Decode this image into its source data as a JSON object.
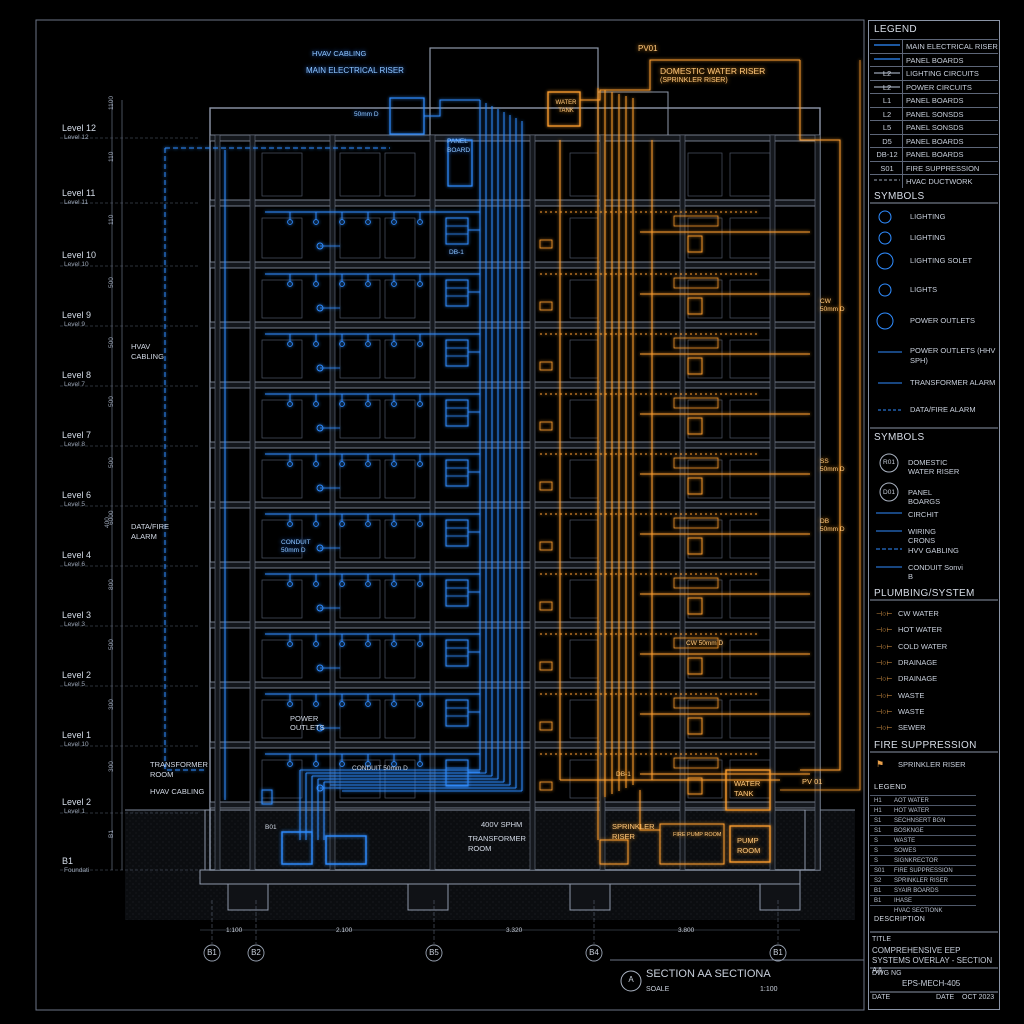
{
  "legend": {
    "title": "LEGEND",
    "rows": [
      {
        "key": "",
        "label": "MAIN ELECTRICAL RISER"
      },
      {
        "key": "",
        "label": "PANEL BOARDS"
      },
      {
        "key": "L2",
        "label": "LIGHTING CIRCUITS"
      },
      {
        "key": "L2",
        "label": "POWER CIRCUITS"
      },
      {
        "key": "L1",
        "label": "PANEL BOARDS"
      },
      {
        "key": "L2",
        "label": "PANEL SONSDS"
      },
      {
        "key": "L5",
        "label": "PANEL SONSDS"
      },
      {
        "key": "D5",
        "label": "PANEL BOARDS"
      },
      {
        "key": "DB-12",
        "label": "PANEL BOARDS"
      },
      {
        "key": "S01",
        "label": "FIRE SUPPRESSION"
      },
      {
        "key": "",
        "label": "HVAC DUCTWORK"
      }
    ]
  },
  "symbols1": {
    "title": "SYMBOLS",
    "rows": [
      "LIGHTING",
      "LIGHTING",
      "LIGHTING SOLET",
      "LIGHTS",
      "POWER OUTLETS",
      "POWER OUTLETS (HHV SPH)",
      "TRANSFORMER ALARM",
      "DATA/FIRE ALARM"
    ]
  },
  "symbols2": {
    "title": "SYMBOLS",
    "rows": [
      {
        "key": "R01",
        "label": "DOMESTIC WATER RISER"
      },
      {
        "key": "D01",
        "label": "PANEL BOARGS"
      },
      {
        "key": "",
        "label": "CIRCHIT"
      },
      {
        "key": "",
        "label": "WIRING CRONS"
      },
      {
        "key": "",
        "label": "HVV GABLING"
      },
      {
        "key": "",
        "label": "CONDUIT Sonvi B"
      }
    ]
  },
  "plumbing": {
    "title": "PLUMBING/SYSTEM",
    "rows": [
      "CW WATER",
      "HOT WATER",
      "COLD WATER",
      "DRAINAGE",
      "DRAINAGE",
      "WASTE",
      "WASTE",
      "SEWER"
    ]
  },
  "fire": {
    "title": "FIRE SUPPRESSION",
    "row": "SPRINKLER RISER"
  },
  "small_legend": {
    "title": "LEGEND",
    "rows": [
      {
        "key": "H1",
        "label": "AOT WATER"
      },
      {
        "key": "H1",
        "label": "HOT WATER"
      },
      {
        "key": "S1",
        "label": "SECHNSERT BGN"
      },
      {
        "key": "S1",
        "label": "BOSKNGE"
      },
      {
        "key": "S",
        "label": "WASTE"
      },
      {
        "key": "S",
        "label": "SOWES"
      },
      {
        "key": "S",
        "label": "SIGNKRECTOR"
      },
      {
        "key": "S01",
        "label": "FIRE SUPPRESSION"
      },
      {
        "key": "S2",
        "label": "SPRINKLER RISER"
      },
      {
        "key": "B1",
        "label": "SYAIR BOARDS"
      },
      {
        "key": "B1",
        "label": "IHASE"
      },
      {
        "key": "",
        "label": "HVAC SECTIONK"
      }
    ],
    "footer": "DESCRIPTION"
  },
  "title_block": {
    "title_label": "TITLE",
    "title": "COMPREHENSIVE EEP SYSTEMS OVERLAY - SECTION AA",
    "dwg_label": "DWG NG",
    "dwg": "EPS-MECH-405",
    "date_label": "DATE",
    "date_label2": "DATE",
    "date": "OCT 2023"
  },
  "section": {
    "marker": "A",
    "title": "SECTION AA  SECTIONA",
    "scale_label": "SOALE",
    "scale": "1:100"
  },
  "levels": [
    {
      "name": "Level 12",
      "sub": "Level 12"
    },
    {
      "name": "Level 11",
      "sub": "Level 11"
    },
    {
      "name": "Level 10",
      "sub": "Level 10"
    },
    {
      "name": "Level 9",
      "sub": "Level 9"
    },
    {
      "name": "Level 8",
      "sub": "Level 7"
    },
    {
      "name": "Level 7",
      "sub": "Level 8"
    },
    {
      "name": "Level 6",
      "sub": "Level 5"
    },
    {
      "name": "Level 4",
      "sub": "Level 6"
    },
    {
      "name": "Level 3",
      "sub": "Level 3"
    },
    {
      "name": "Level 2",
      "sub": "Level 5"
    },
    {
      "name": "Level 1",
      "sub": "Level 10"
    },
    {
      "name": "Level 2",
      "sub": "Level 1"
    },
    {
      "name": "B1",
      "sub": "Foundati"
    }
  ],
  "left_dims": [
    "1100",
    "110",
    "110",
    "500",
    "500",
    "500",
    "500",
    "6000",
    "400",
    "800",
    "500",
    "300",
    "300",
    "B1"
  ],
  "grid": {
    "labels": [
      "B1",
      "B2",
      "B5",
      "B4",
      "B1"
    ],
    "spans": [
      "1:100",
      "2.100",
      "3.320",
      "3.800"
    ]
  },
  "annotations": {
    "hvv_top": "HVAV CABLING",
    "main_riser": "MAIN ELECTRICAL RISER",
    "pv01": "PV01",
    "domestic": "DOMESTIC WATER RISER",
    "sprinkler_sub": "(SPRINKLER RISER)",
    "water_tank_top": "WATER TANK",
    "panel_board": "PANEL BOARD",
    "hvav_left": "HVAV CABLING",
    "data_fire": "DATA/FIRE ALARM",
    "conduit": "CONDUIT 50mm D",
    "power_outlets": "POWER OUTLETS",
    "transformer_room_l": "TRANSFORMER ROOM",
    "hvav_cabling_l": "HVAV CABLING",
    "conduit_low": "CONDUIT 50mm D",
    "tag_400v": "400V SPHM",
    "transformer_room_b": "TRANSFORMER ROOM",
    "sprinkler_riser": "SPRINKLER RISER",
    "fire_pump": "FIRE PUMP ROOM",
    "pump_room": "PUMP ROOM",
    "water_tank": "WATER TANK",
    "pv01_low": "PV 01",
    "cw_right": "CW 50mm D",
    "cw_mid": "CW 50mm D",
    "db_right": "DB 50mm D",
    "ss_right": "SS 50mm D",
    "db_label": "DB-1",
    "db_tag": "DB-1",
    "floor_tag": "50mm D",
    "b01": "B01"
  },
  "colors": {
    "electrical": "#2f8cff",
    "plumbing": "#ff9f2e",
    "structure": "#8e98aa",
    "background": "#000000"
  }
}
